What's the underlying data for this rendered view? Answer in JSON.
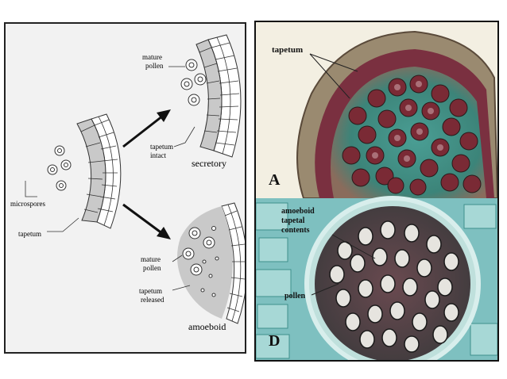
{
  "left_diagram": {
    "labels": {
      "mature_pollen_top": [
        "mature",
        "pollen"
      ],
      "tapetum_intact": [
        "tapetum",
        "intact"
      ],
      "secretory": "secretory",
      "microspores": "microspores",
      "tapetum": "tapetum",
      "mature_pollen_bottom": [
        "mature",
        "pollen"
      ],
      "tapetum_released": [
        "tapetum",
        "released"
      ],
      "amoeboid": "amoeboid"
    }
  },
  "right_photos": {
    "top": {
      "letter": "A",
      "label": "tapetum"
    },
    "bottom": {
      "letter": "D",
      "label_amoeboid": [
        "amoeboid",
        "tapetal",
        "contents"
      ],
      "label_pollen": "pollen"
    }
  },
  "colors": {
    "tapetum_gray": "#c9c9c9",
    "stain_green": "#3f9b8e",
    "stain_red": "#7a2a35",
    "arrow": "#111111"
  }
}
